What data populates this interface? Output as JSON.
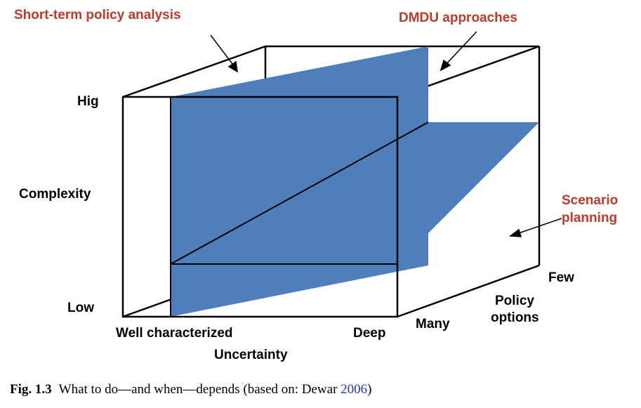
{
  "labels": {
    "short_term": "Short-term policy analysis",
    "dmdu": "DMDU approaches",
    "scenario_line1": "Scenario",
    "scenario_line2": "planning",
    "complexity_high": "Hig",
    "complexity": "Complexity",
    "complexity_low": "Low",
    "uncertainty_low": "Well characterized",
    "uncertainty_high": "Deep",
    "uncertainty": "Uncertainty",
    "policy_many": "Many",
    "policy_few": "Few",
    "policy_line1": "Policy",
    "policy_line2": "options"
  },
  "caption": {
    "fig": "Fig. 1.3",
    "text": "What to do—and when—depends (based on: Dewar ",
    "ref": "2006",
    "close": ")"
  },
  "colors": {
    "plane": "#4f7fbb",
    "red_label": "#c0392b",
    "ref_link": "#2233cc"
  }
}
